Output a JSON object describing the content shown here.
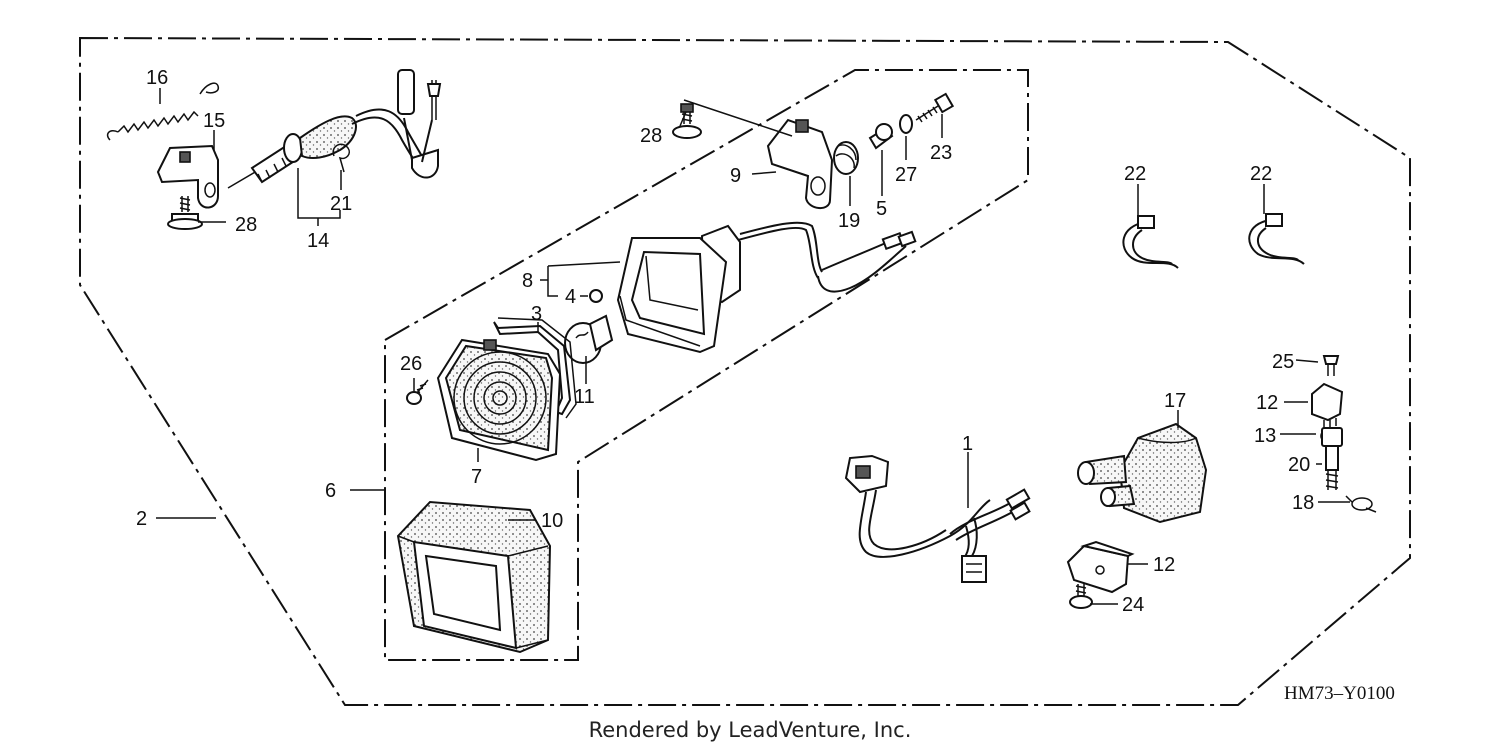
{
  "diagram": {
    "callouts": [
      {
        "id": "c16",
        "text": "16"
      },
      {
        "id": "c15",
        "text": "15"
      },
      {
        "id": "c28a",
        "text": "28"
      },
      {
        "id": "c21",
        "text": "21"
      },
      {
        "id": "c14",
        "text": "14"
      },
      {
        "id": "c28b",
        "text": "28"
      },
      {
        "id": "c9",
        "text": "9"
      },
      {
        "id": "c19",
        "text": "19"
      },
      {
        "id": "c5",
        "text": "5"
      },
      {
        "id": "c27",
        "text": "27"
      },
      {
        "id": "c23",
        "text": "23"
      },
      {
        "id": "c22a",
        "text": "22"
      },
      {
        "id": "c22b",
        "text": "22"
      },
      {
        "id": "c8",
        "text": "8"
      },
      {
        "id": "c4",
        "text": "4"
      },
      {
        "id": "c3",
        "text": "3"
      },
      {
        "id": "c11",
        "text": "11"
      },
      {
        "id": "c26",
        "text": "26"
      },
      {
        "id": "c7",
        "text": "7"
      },
      {
        "id": "c6",
        "text": "6"
      },
      {
        "id": "c2",
        "text": "2"
      },
      {
        "id": "c10",
        "text": "10"
      },
      {
        "id": "c1",
        "text": "1"
      },
      {
        "id": "c17",
        "text": "17"
      },
      {
        "id": "c25",
        "text": "25"
      },
      {
        "id": "c12a",
        "text": "12"
      },
      {
        "id": "c13",
        "text": "13"
      },
      {
        "id": "c20",
        "text": "20"
      },
      {
        "id": "c18",
        "text": "18"
      },
      {
        "id": "c12b",
        "text": "12"
      },
      {
        "id": "c24",
        "text": "24"
      }
    ],
    "drawing_code": "HM73–Y0100"
  },
  "footer": {
    "credit": "Rendered by LeadVenture, Inc."
  }
}
